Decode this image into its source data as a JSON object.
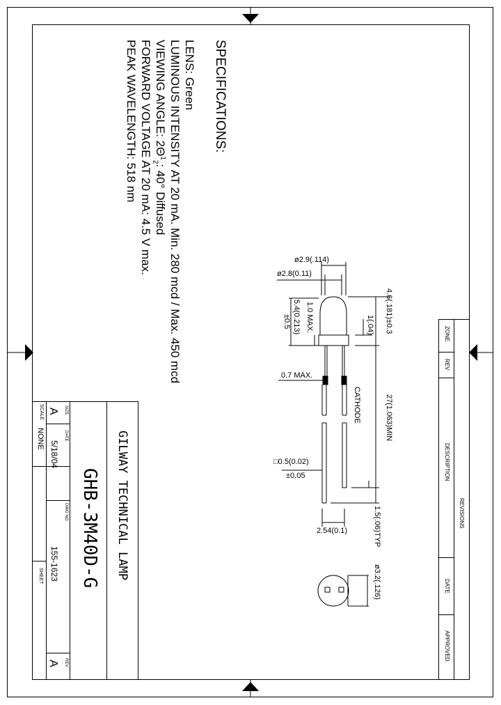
{
  "specifications": {
    "heading": "SPECIFICATIONS:",
    "lens": "LENS: Green",
    "luminous_intensity": "LUMINOUS INTENSITY AT 20 mA. Min. 280 mcd / Max. 450 mcd",
    "viewing_angle_prefix": "VIEWING ANGLE:  2Θ",
    "viewing_angle_fraction_top": "1",
    "viewing_angle_fraction_bottom": "2",
    "viewing_angle_suffix": ": 40° Diffused",
    "forward_voltage": "FORWARD VOLTAGE AT 20 mA: 4.5 V max.",
    "peak_wavelength": "PEAK WAVELENGTH: 518 nm"
  },
  "dimensions": {
    "lens_dia_outer": "ø2.9(.114)",
    "lens_dia_inner": "ø2.8(0.11)",
    "lens_height": "5.4(0.213)",
    "lens_height_tol": "±0.5",
    "flange_max": "1.0  MAX.",
    "lens_body_length": "4.6(.181)±0.3",
    "flange_thickness": "1(.04)",
    "lead_bend_max": "0.7  MAX.",
    "cathode": "CATHODE",
    "lead_length": "27(1.063)MIN",
    "lead_square": "□0.5(0.02)",
    "lead_square_tol": "±0.05",
    "lead_spacing": "2.54(0.1)",
    "standoff": "1.5(.06)TYP",
    "flange_dia": "ø3.2(.126)"
  },
  "title_block": {
    "company": "GILWAY TECHNICAL LAMP",
    "part_number": "GHB-3M40D-G",
    "size_label": "SIZE",
    "size_value": "A",
    "date_label": "DATE",
    "date_value": "5/18/04",
    "dwg_no_label": "DWG NO.",
    "dwg_no_value": "155-1623",
    "rev_label": "REV",
    "rev_value": "A",
    "scale_label": "SCALE",
    "scale_value": "NONE",
    "sheet_label": "SHEET"
  },
  "revisions": {
    "title": "REVISIONS",
    "zone": "ZONE",
    "rev": "REV",
    "description": "DESCRIPTION",
    "date": "DATE",
    "approved": "APPROVED"
  }
}
